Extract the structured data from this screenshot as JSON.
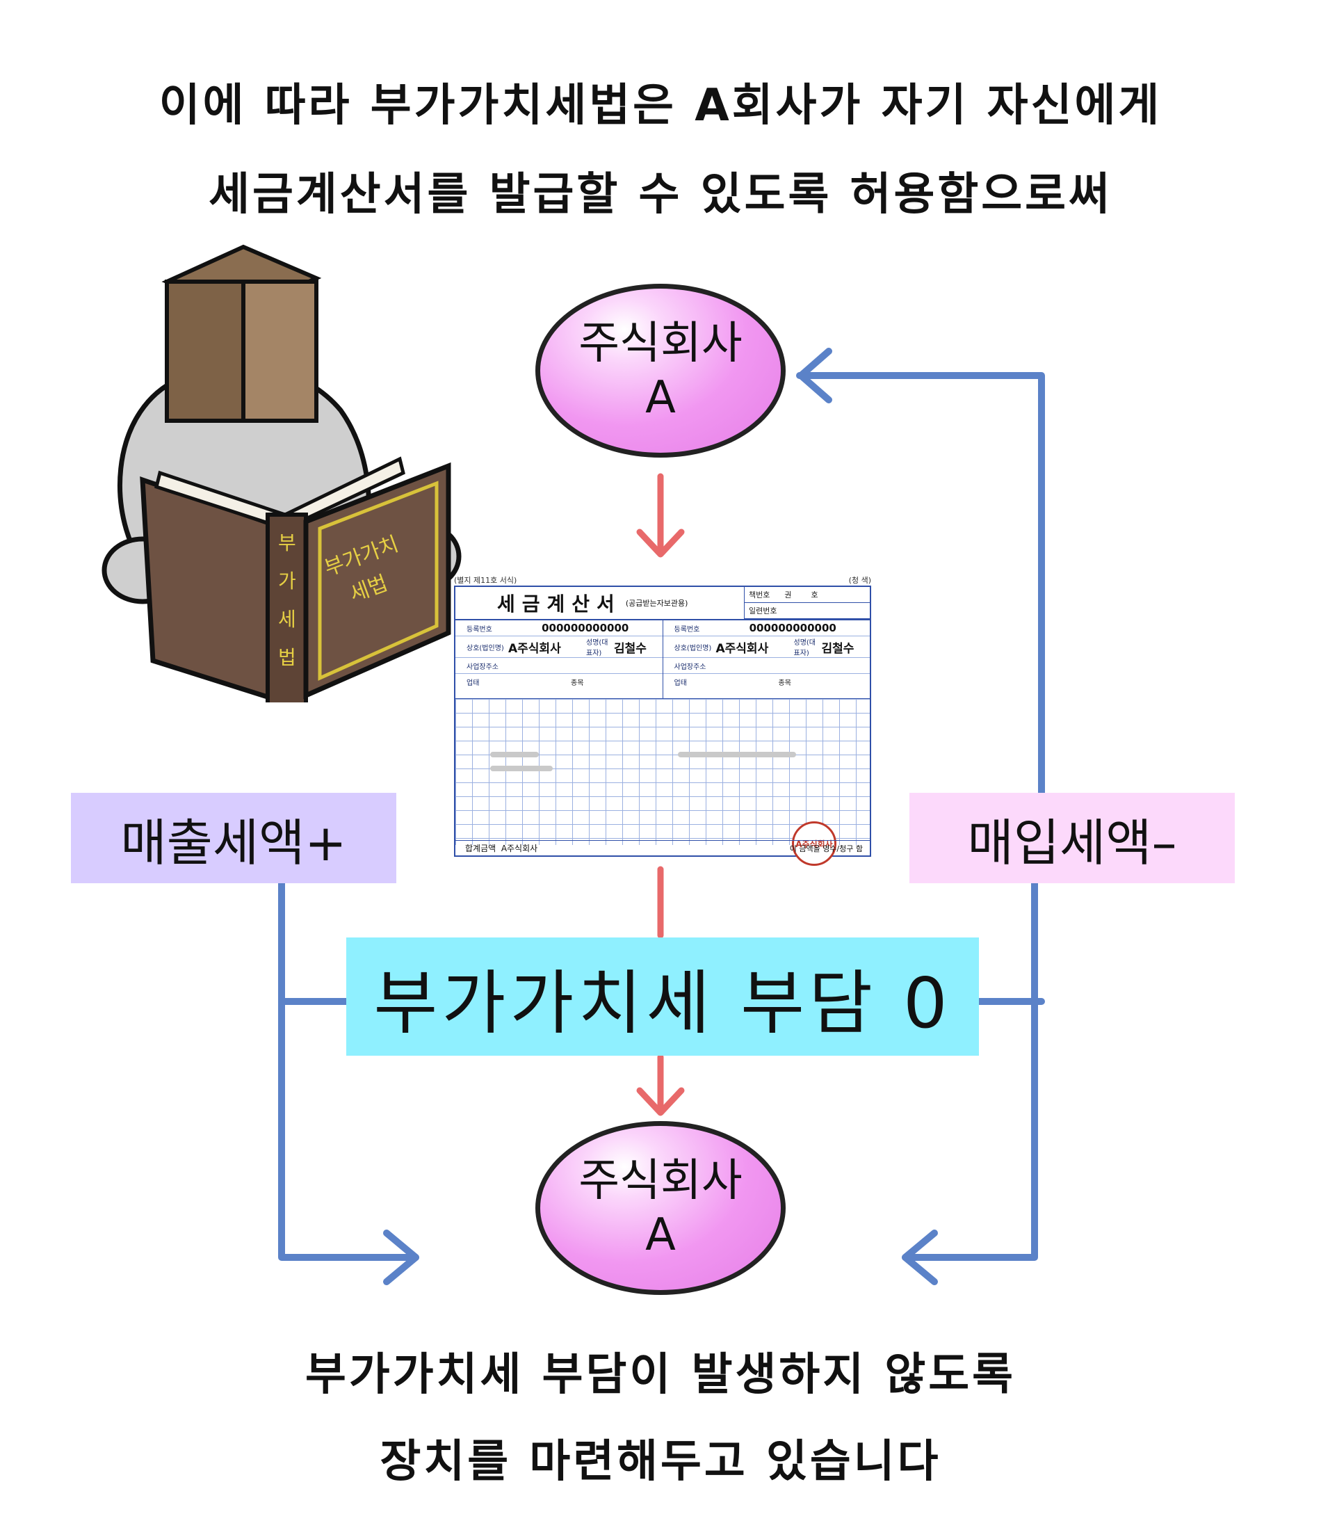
{
  "caption_top": [
    "이에 따라 부가가치세법은 A회사가 자기 자신에게",
    "세금계산서를 발급할 수 있도록 허용함으로써"
  ],
  "caption_bottom": [
    "부가가치세 부담이 발생하지 않도록",
    "장치를 마련해두고 있습니다"
  ],
  "company_top": {
    "line1": "주식회사",
    "line2": "A"
  },
  "company_bottom": {
    "line1": "주식회사",
    "line2": "A"
  },
  "book": {
    "cover": "부가가치세법",
    "spine": [
      "부",
      "가",
      "세",
      "법"
    ]
  },
  "invoice": {
    "form_no": "(별지 제11호 서식)",
    "copy_label": "(청 색)",
    "title": "세금계산서",
    "title_sub": "(공급받는자보관용)",
    "book_no_label": "책번호",
    "book_unit_1": "권",
    "book_unit_2": "호",
    "serial_label": "일련번호",
    "supplier": {
      "reg_label": "등록번호",
      "reg_no": "000000000000",
      "company_label": "상호(법인명)",
      "company": "A주식회사",
      "rep_label": "성명(대표자)",
      "rep": "김철수",
      "addr_label": "사업장주소",
      "biz_label": "업태",
      "item_label": "종목"
    },
    "buyer": {
      "reg_label": "등록번호",
      "reg_no": "000000000000",
      "company_label": "상호(법인명)",
      "company": "A주식회사",
      "rep_label": "성명(대표자)",
      "rep": "김철수",
      "addr_label": "사업장주소",
      "biz_label": "업태",
      "item_label": "종목"
    },
    "stamp": "A주식회사",
    "total_label": "합계금액",
    "total_company": "A주식회사",
    "receipt_text": "이 금액을 영수/청구 함"
  },
  "tag_sales": "매출세액+",
  "tag_purchase": "매입세액–",
  "banner": "부가가치세 부담 0",
  "colors": {
    "blue_line": "#5b82c8",
    "red_arrow": "#e8696a",
    "tag_sales_bg": "#d8ccff",
    "tag_purchase_bg": "#fcd9fb",
    "banner_bg": "#8ff0ff",
    "egg": "#f197f1"
  }
}
